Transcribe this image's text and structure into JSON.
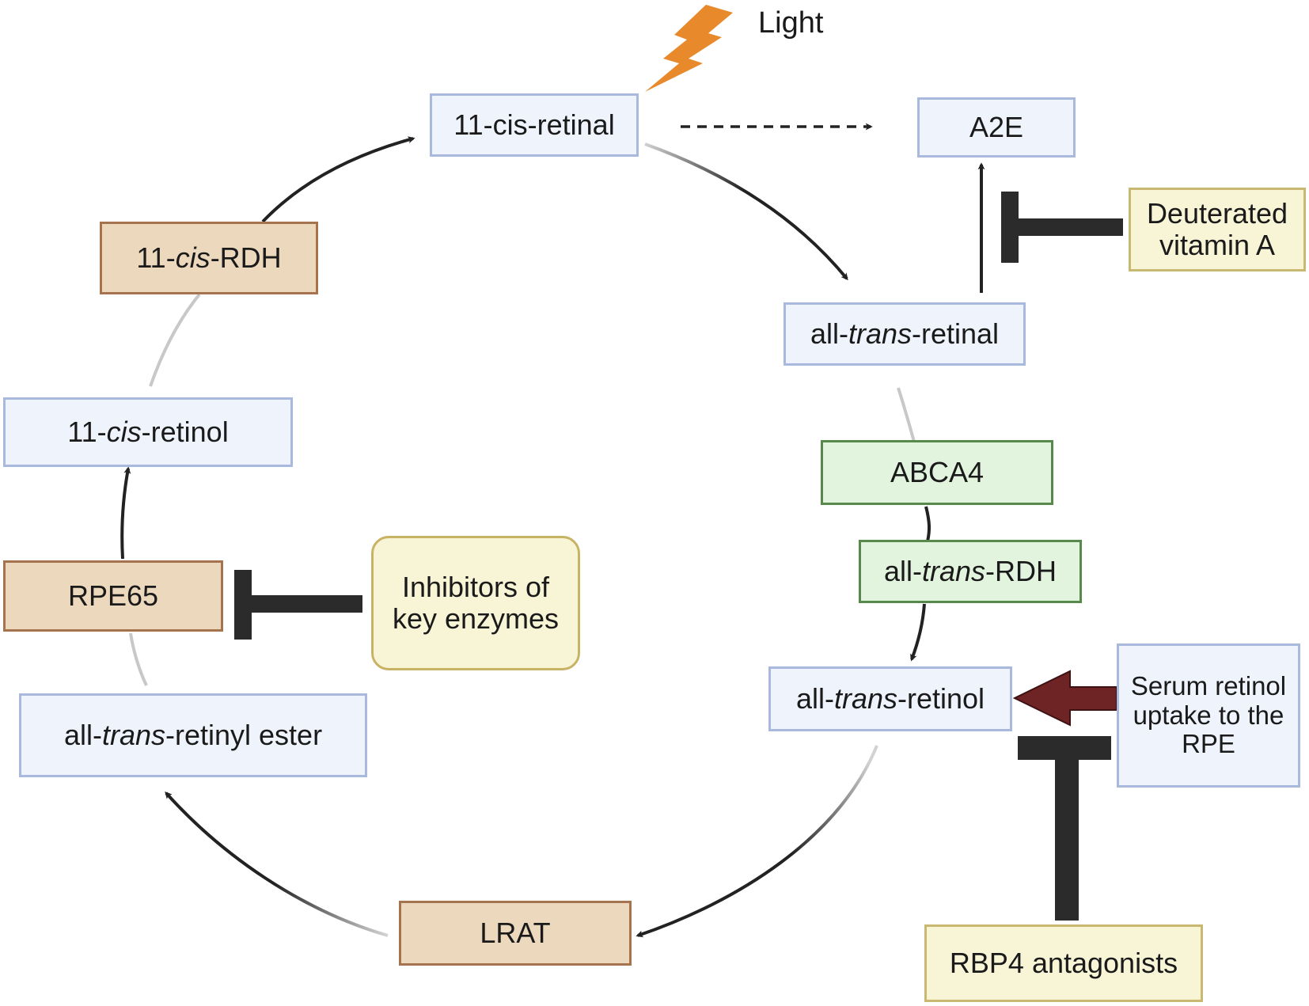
{
  "light_label": "Light",
  "nodes": {
    "cis_retinal": "11-cis-retinal",
    "a2e": "A2E",
    "cis_rdh": {
      "pre": "11-",
      "em": "cis",
      "post": "-RDH"
    },
    "deuterated": {
      "line1": "Deuterated",
      "line2": "vitamin A"
    },
    "trans_retinal": {
      "pre": "all-",
      "em": "trans",
      "post": "-retinal"
    },
    "cis_retinol": {
      "pre": "11-",
      "em": "cis",
      "post": "-retinol"
    },
    "abca4": "ABCA4",
    "trans_rdh": {
      "pre": "all-",
      "em": "trans",
      "post": "-RDH"
    },
    "rpe65": "RPE65",
    "inhibitors": {
      "line1": "Inhibitors of",
      "line2": "key enzymes"
    },
    "trans_retinol": {
      "pre": "all-",
      "em": "trans",
      "post": "-retinol"
    },
    "serum": {
      "line1": "Serum retinol",
      "line2": "uptake to the",
      "line3": "RPE"
    },
    "trans_ester": {
      "pre": "all-",
      "em": "trans",
      "post": "-retinyl ester"
    },
    "lrat": "LRAT",
    "rbp4": "RBP4 antagonists"
  },
  "colors": {
    "molecule_fill": "#eef3fc",
    "molecule_border": "#a9b9dd",
    "enzyme_tan_fill": "#ecd9bd",
    "enzyme_green_fill": "#e3f4de",
    "drug_fill": "#f8f4d6",
    "inhibition_bar": "#2b2b2b",
    "serum_arrow": "#6e2424",
    "lightning": "#e88a2c"
  }
}
